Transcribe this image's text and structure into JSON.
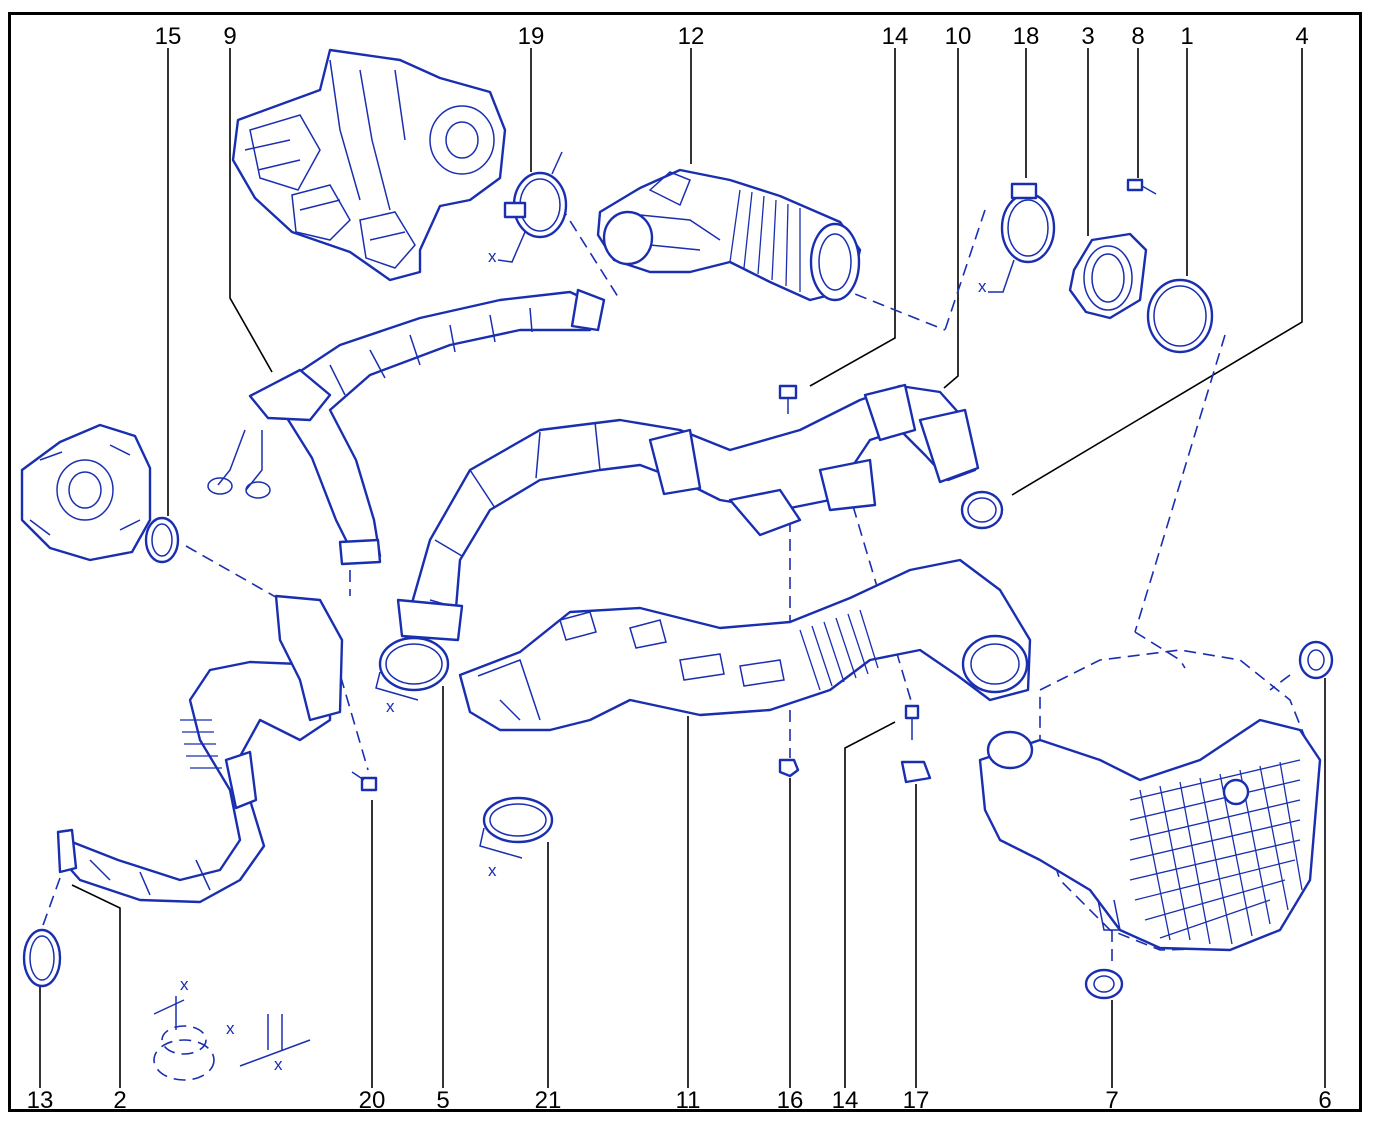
{
  "colors": {
    "line": "#1a2fb0",
    "label": "#000000",
    "background": "#ffffff"
  },
  "callouts": {
    "top": [
      "15",
      "9",
      "19",
      "12",
      "14",
      "10",
      "18",
      "3",
      "8",
      "1",
      "4"
    ],
    "bottom": [
      "13",
      "2",
      "20",
      "5",
      "21",
      "11",
      "16",
      "14",
      "17",
      "7",
      "6"
    ]
  },
  "markers": {
    "width_symbol": "x"
  }
}
